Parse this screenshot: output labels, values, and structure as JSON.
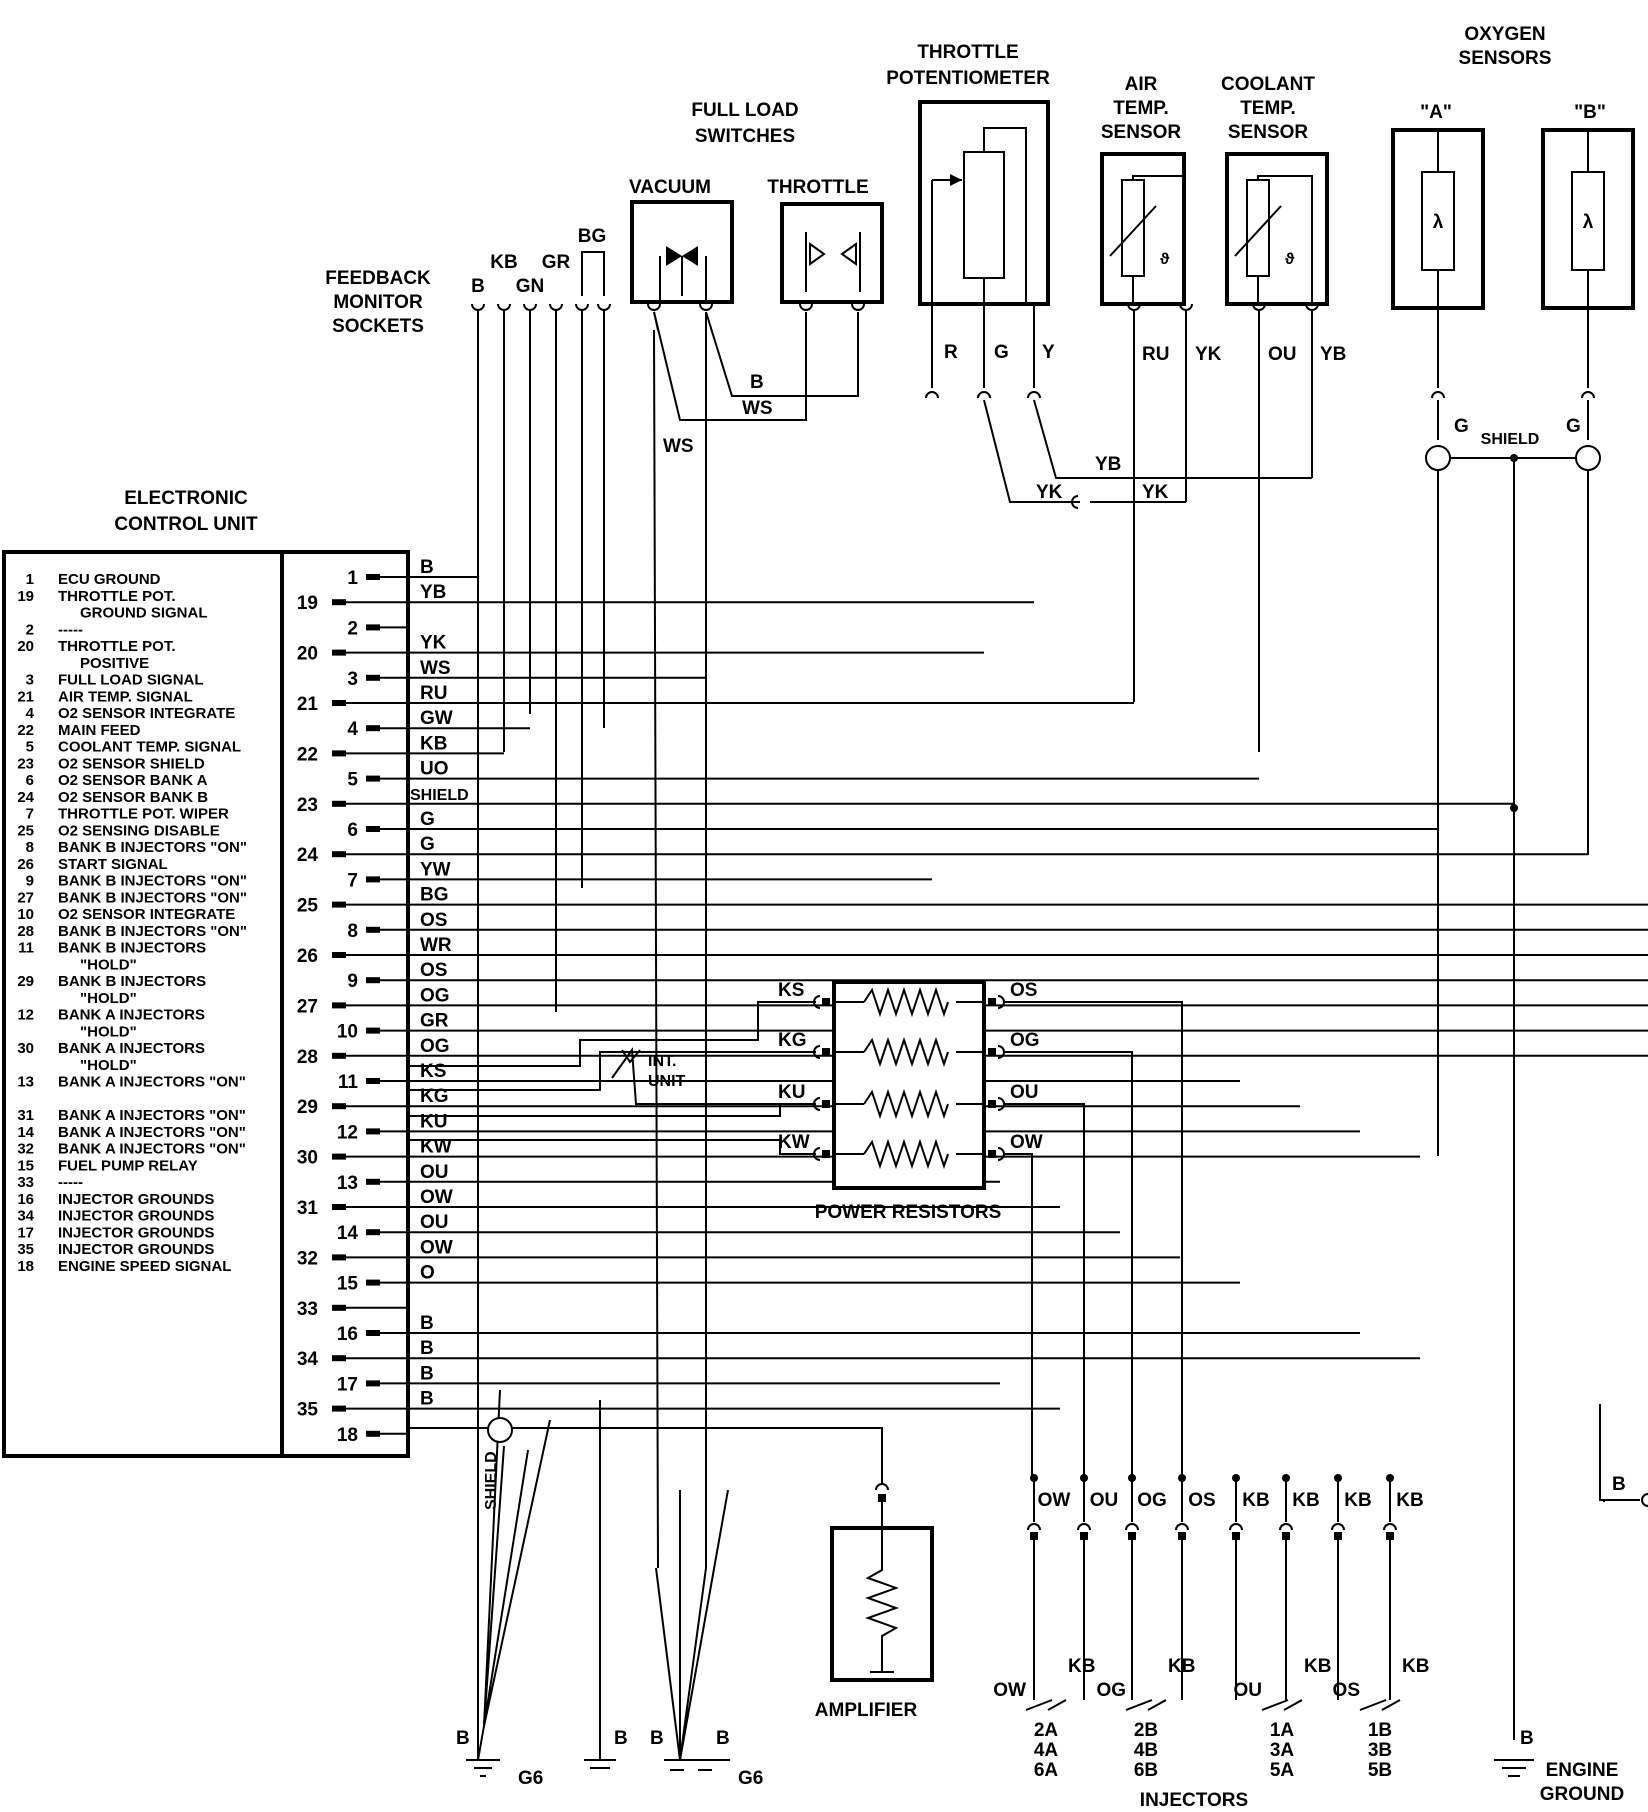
{
  "sections": {
    "oxygen_sensors": [
      "OXYGEN",
      "SENSORS"
    ],
    "throttle_pot": [
      "THROTTLE",
      "POTENTIOMETER"
    ],
    "air_temp": [
      "AIR",
      "TEMP.",
      "SENSOR"
    ],
    "coolant_temp": [
      "COOLANT",
      "TEMP.",
      "SENSOR"
    ],
    "full_load": [
      "FULL LOAD",
      "SWITCHES"
    ],
    "vacuum": "VACUUM",
    "throttle": "THROTTLE",
    "feedback": [
      "FEEDBACK",
      "MONITOR",
      "SOCKETS"
    ],
    "ecu": [
      "ELECTRONIC",
      "CONTROL UNIT"
    ],
    "power_resistors": "POWER RESISTORS",
    "amplifier": "AMPLIFIER",
    "injectors": "INJECTORS",
    "int_unit": [
      "INT.",
      "UNIT"
    ],
    "engine_ground": [
      "ENGINE",
      "GROUND"
    ],
    "g6": "G6",
    "shield": "SHIELD",
    "sensor_a": "\"A\"",
    "sensor_b": "\"B\"",
    "lambda": "λ",
    "theta": "ϑ"
  },
  "ecu_legend": [
    {
      "num": "1",
      "text": "ECU GROUND"
    },
    {
      "num": "19",
      "text": "THROTTLE POT."
    },
    {
      "num": "",
      "text": "GROUND SIGNAL",
      "indent": true
    },
    {
      "num": "2",
      "text": "-----"
    },
    {
      "num": "20",
      "text": "THROTTLE POT."
    },
    {
      "num": "",
      "text": "POSITIVE",
      "indent": true
    },
    {
      "num": "3",
      "text": "FULL LOAD SIGNAL"
    },
    {
      "num": "21",
      "text": "AIR TEMP. SIGNAL"
    },
    {
      "num": "4",
      "text": "O2 SENSOR INTEGRATE"
    },
    {
      "num": "22",
      "text": "MAIN FEED"
    },
    {
      "num": "5",
      "text": "COOLANT TEMP. SIGNAL"
    },
    {
      "num": "23",
      "text": "O2 SENSOR SHIELD"
    },
    {
      "num": "6",
      "text": "O2 SENSOR BANK A"
    },
    {
      "num": "24",
      "text": "O2 SENSOR BANK B"
    },
    {
      "num": "7",
      "text": "THROTTLE POT. WIPER"
    },
    {
      "num": "25",
      "text": "O2 SENSING DISABLE"
    },
    {
      "num": "8",
      "text": "BANK B INJECTORS \"ON\""
    },
    {
      "num": "26",
      "text": "START SIGNAL"
    },
    {
      "num": "9",
      "text": "BANK B INJECTORS \"ON\""
    },
    {
      "num": "27",
      "text": "BANK B INJECTORS \"ON\""
    },
    {
      "num": "10",
      "text": "O2 SENSOR INTEGRATE"
    },
    {
      "num": "28",
      "text": "BANK B INJECTORS \"ON\""
    },
    {
      "num": "11",
      "text": "BANK B INJECTORS"
    },
    {
      "num": "",
      "text": "\"HOLD\"",
      "indent": true
    },
    {
      "num": "29",
      "text": "BANK B INJECTORS"
    },
    {
      "num": "",
      "text": "\"HOLD\"",
      "indent": true
    },
    {
      "num": "12",
      "text": "BANK A INJECTORS"
    },
    {
      "num": "",
      "text": "\"HOLD\"",
      "indent": true
    },
    {
      "num": "30",
      "text": "BANK A INJECTORS"
    },
    {
      "num": "",
      "text": "\"HOLD\"",
      "indent": true
    },
    {
      "num": "13",
      "text": "BANK A INJECTORS \"ON\""
    },
    {
      "num": "",
      "text": ""
    },
    {
      "num": "31",
      "text": "BANK A INJECTORS \"ON\""
    },
    {
      "num": "14",
      "text": "BANK A INJECTORS \"ON\""
    },
    {
      "num": "32",
      "text": "BANK A INJECTORS \"ON\""
    },
    {
      "num": "15",
      "text": "FUEL PUMP RELAY"
    },
    {
      "num": "33",
      "text": "-----"
    },
    {
      "num": "16",
      "text": "INJECTOR GROUNDS"
    },
    {
      "num": "34",
      "text": "INJECTOR GROUNDS"
    },
    {
      "num": "17",
      "text": "INJECTOR GROUNDS"
    },
    {
      "num": "35",
      "text": "INJECTOR GROUNDS"
    },
    {
      "num": "18",
      "text": "ENGINE SPEED SIGNAL"
    }
  ],
  "pins": [
    {
      "num": "1",
      "col": "right",
      "wire": "B"
    },
    {
      "num": "19",
      "col": "left",
      "wire": "YB"
    },
    {
      "num": "2",
      "col": "right",
      "wire": ""
    },
    {
      "num": "20",
      "col": "left",
      "wire": "YK"
    },
    {
      "num": "3",
      "col": "right",
      "wire": "WS"
    },
    {
      "num": "21",
      "col": "left",
      "wire": "RU"
    },
    {
      "num": "4",
      "col": "right",
      "wire": "GW"
    },
    {
      "num": "22",
      "col": "left",
      "wire": "KB"
    },
    {
      "num": "5",
      "col": "right",
      "wire": "UO"
    },
    {
      "num": "23",
      "col": "left",
      "wire": "SHIELD"
    },
    {
      "num": "6",
      "col": "right",
      "wire": "G"
    },
    {
      "num": "24",
      "col": "left",
      "wire": "G"
    },
    {
      "num": "7",
      "col": "right",
      "wire": "YW"
    },
    {
      "num": "25",
      "col": "left",
      "wire": "BG"
    },
    {
      "num": "8",
      "col": "right",
      "wire": "OS"
    },
    {
      "num": "26",
      "col": "left",
      "wire": "WR"
    },
    {
      "num": "9",
      "col": "right",
      "wire": "OS"
    },
    {
      "num": "27",
      "col": "left",
      "wire": "OG"
    },
    {
      "num": "10",
      "col": "right",
      "wire": "GR"
    },
    {
      "num": "28",
      "col": "left",
      "wire": "OG"
    },
    {
      "num": "11",
      "col": "right",
      "wire": "KS"
    },
    {
      "num": "29",
      "col": "left",
      "wire": "KG"
    },
    {
      "num": "12",
      "col": "right",
      "wire": "KU"
    },
    {
      "num": "30",
      "col": "left",
      "wire": "KW"
    },
    {
      "num": "13",
      "col": "right",
      "wire": "OU"
    },
    {
      "num": "31",
      "col": "left",
      "wire": "OW"
    },
    {
      "num": "14",
      "col": "right",
      "wire": "OU"
    },
    {
      "num": "32",
      "col": "left",
      "wire": "OW"
    },
    {
      "num": "15",
      "col": "right",
      "wire": "O"
    },
    {
      "num": "33",
      "col": "left",
      "wire": ""
    },
    {
      "num": "16",
      "col": "right",
      "wire": "B"
    },
    {
      "num": "34",
      "col": "left",
      "wire": "B"
    },
    {
      "num": "17",
      "col": "right",
      "wire": "B"
    },
    {
      "num": "35",
      "col": "left",
      "wire": "B"
    },
    {
      "num": "18",
      "col": "right",
      "wire": ""
    }
  ],
  "feedback_labels": [
    "B",
    "KB",
    "GN",
    "GR",
    "BG"
  ],
  "throttle_pot_wires": [
    "R",
    "G",
    "Y"
  ],
  "air_temp_wires": [
    "RU",
    "YK"
  ],
  "coolant_wires": [
    "OU",
    "YB"
  ],
  "o2_wires": [
    "G",
    "G"
  ],
  "switch_wires": [
    "B",
    "WS",
    "WS"
  ],
  "tp_bus_labels": [
    "YB",
    "YK",
    "YK"
  ],
  "resistor_left": [
    "KS",
    "KG",
    "KU",
    "KW"
  ],
  "resistor_right": [
    "OS",
    "OG",
    "OU",
    "OW"
  ],
  "injector_connectors": [
    "OW",
    "OU",
    "OG",
    "OS",
    "KB",
    "KB",
    "KB",
    "KB"
  ],
  "injector_groups": [
    {
      "wire": "OW",
      "ground": "KB",
      "cyl": [
        "2A",
        "4A",
        "6A"
      ]
    },
    {
      "wire": "OG",
      "ground": "KB",
      "cyl": [
        "2B",
        "4B",
        "6B"
      ]
    },
    {
      "wire": "OU",
      "ground": "KB",
      "cyl": [
        "1A",
        "3A",
        "5A"
      ]
    },
    {
      "wire": "OS",
      "ground": "KB",
      "cyl": [
        "1B",
        "3B",
        "5B"
      ]
    }
  ],
  "ground_labels": [
    "B",
    "B",
    "B",
    "B",
    "B",
    "B"
  ],
  "right_b": "B"
}
